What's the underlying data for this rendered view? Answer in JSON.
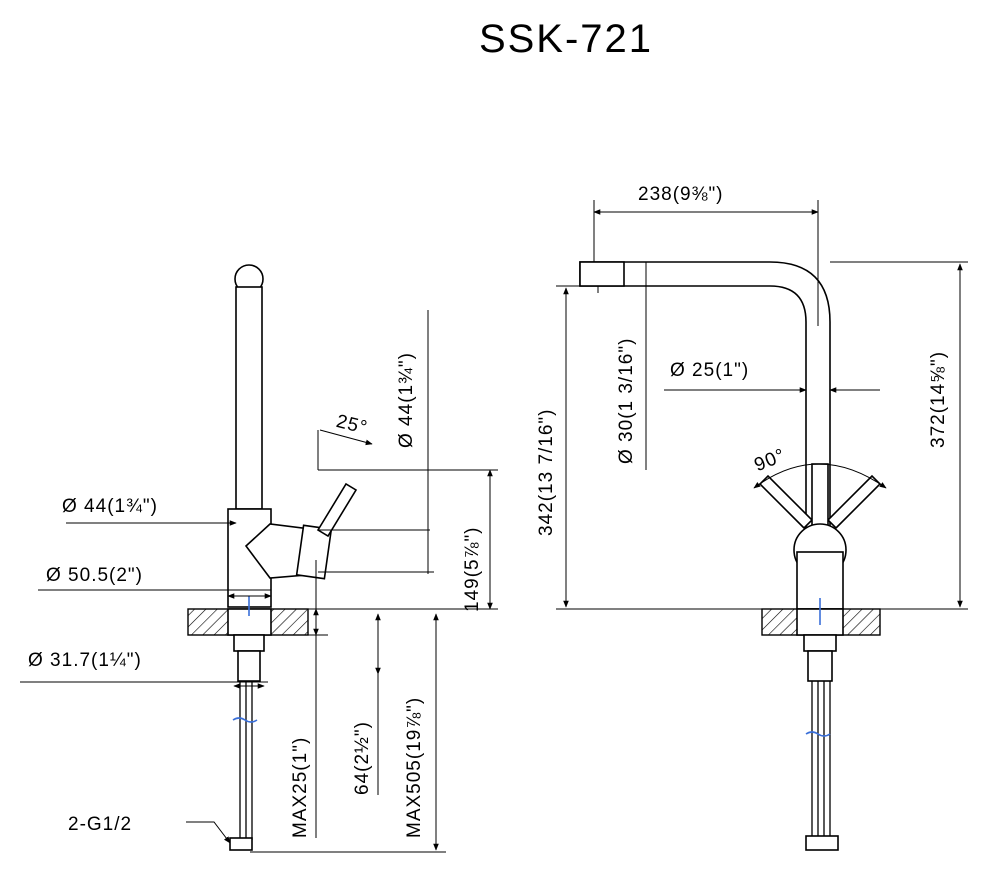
{
  "title": "SSK-721",
  "labels": {
    "dia44_left": "Ø 44(1¾\")",
    "dia505": "Ø 50.5(2\")",
    "dia317": "Ø 31.7(1¼\")",
    "conn": "2-G1/2",
    "dia44_vert": "Ø 44(1¾\")",
    "angle25": "25°",
    "h149": "149(5⅞\")",
    "max25": "MAX25(1\")",
    "h64": "64(2½\")",
    "max505": "MAX505(19⅞\")",
    "w238": "238(9⅜\")",
    "h342": "342(13 7/16\")",
    "dia30": "Ø 30(1 3/16\")",
    "dia25": "Ø 25(1\")",
    "h372": "372(14⅝\")",
    "angle90": "90°"
  },
  "colors": {
    "line": "#000000",
    "accent": "#3a6fd8",
    "background": "#ffffff"
  }
}
